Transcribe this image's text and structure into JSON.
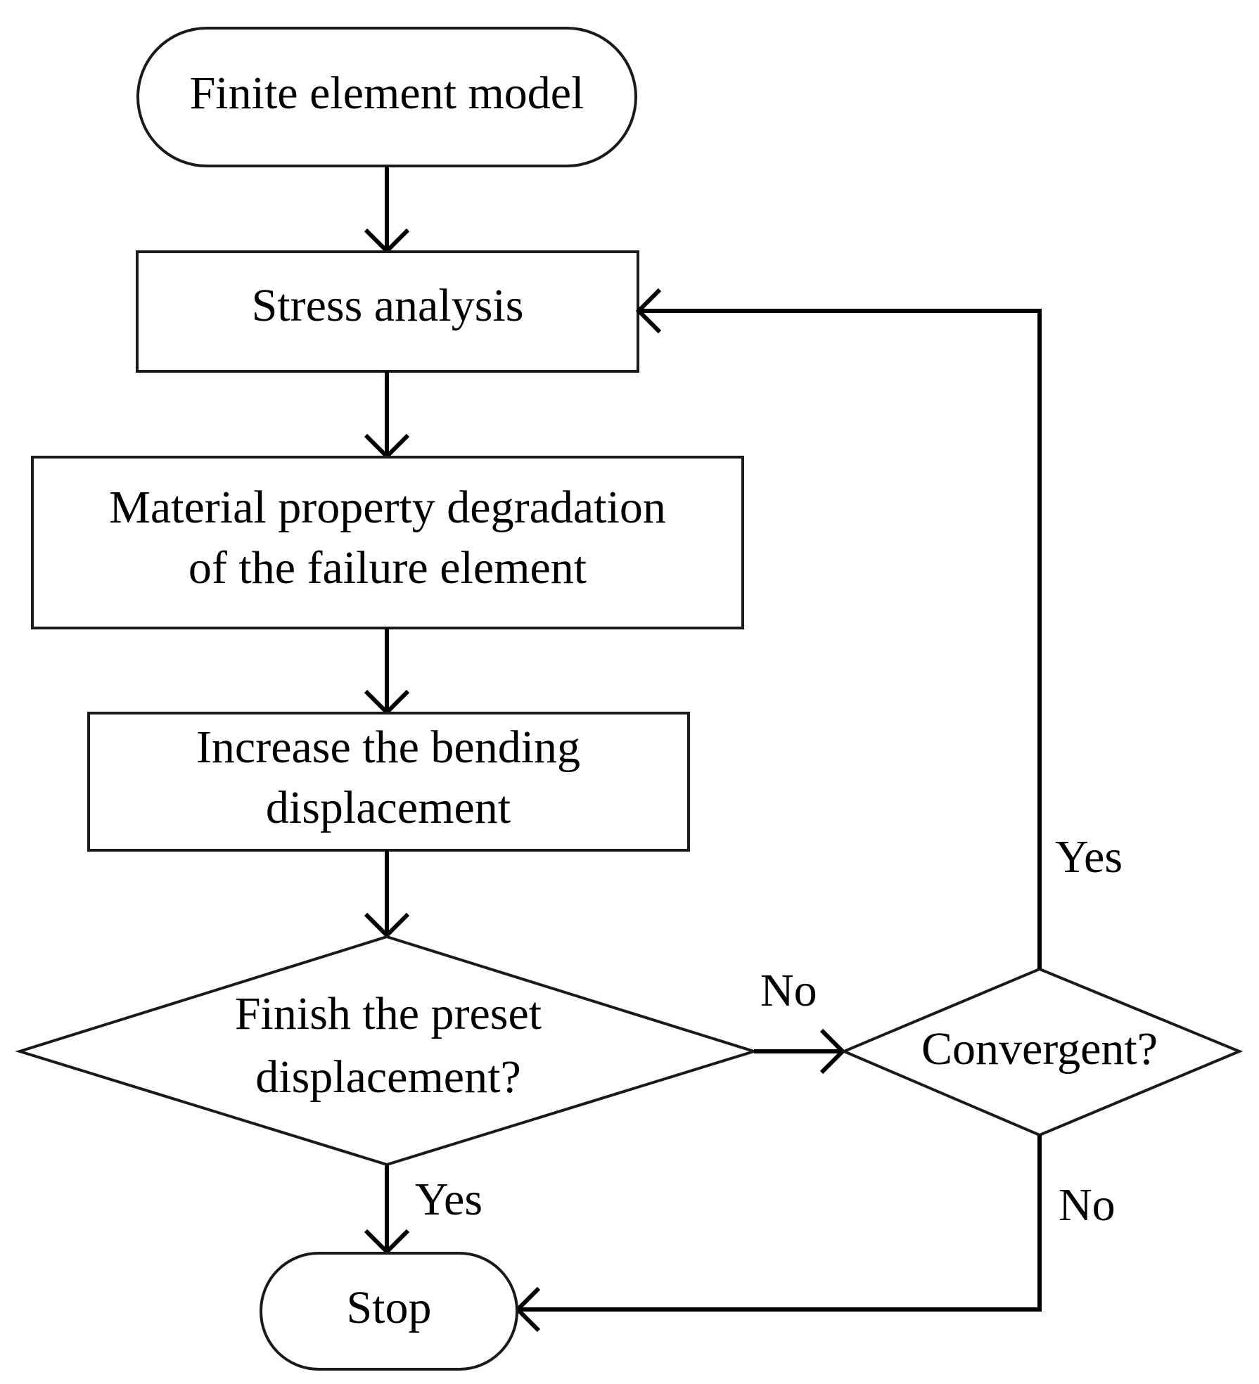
{
  "nodes": {
    "start": {
      "label": "Finite element model"
    },
    "stress": {
      "label": "Stress analysis"
    },
    "degradation": {
      "line1": "Material property degradation",
      "line2": "of the failure element"
    },
    "increase": {
      "line1": "Increase the bending",
      "line2": "displacement"
    },
    "finish_decision": {
      "line1": "Finish the preset",
      "line2": "displacement?"
    },
    "convergent_decision": {
      "label": "Convergent?"
    },
    "stop": {
      "label": "Stop"
    }
  },
  "edges": {
    "finish_no": "No",
    "finish_yes": "Yes",
    "convergent_yes": "Yes",
    "convergent_no": "No"
  }
}
